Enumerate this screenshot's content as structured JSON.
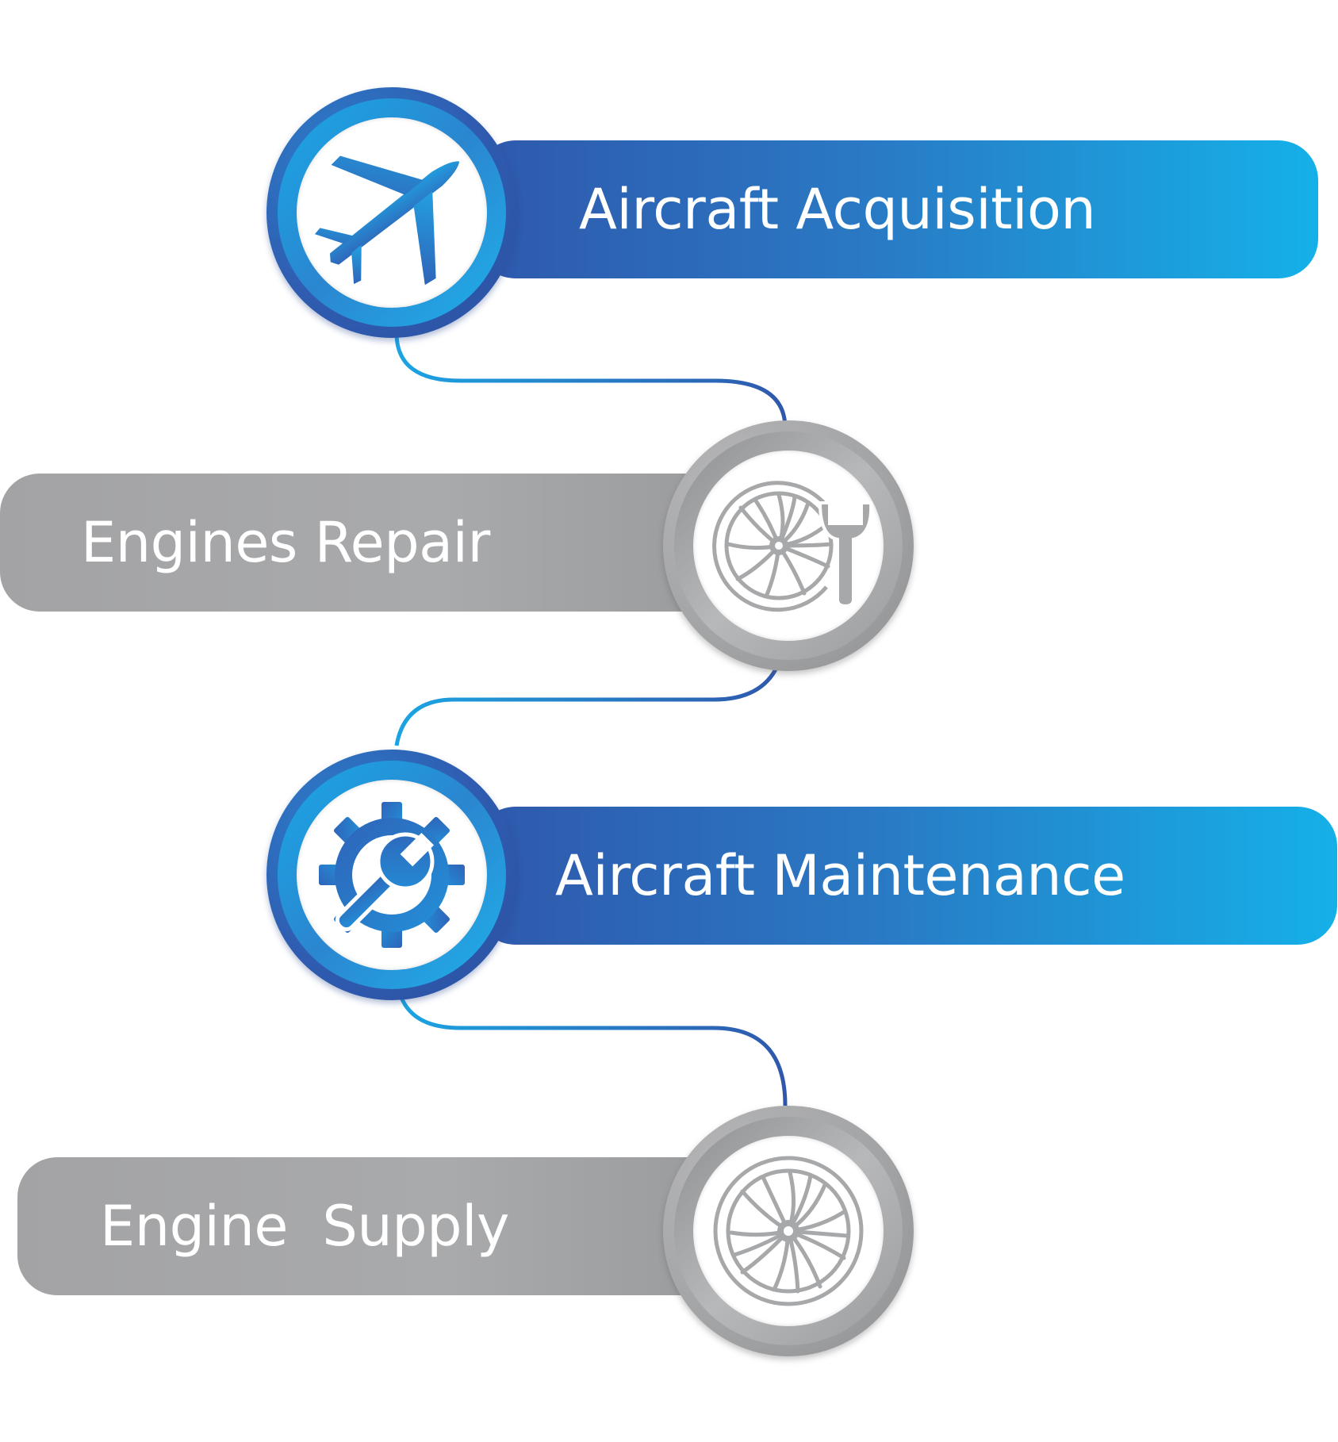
{
  "steps": [
    {
      "label": "Aircraft Acquisition",
      "icon": "airplane-icon",
      "color": "#2f5fb3"
    },
    {
      "label": "Engines Repair",
      "icon": "engine-wrench-icon",
      "color": "#a7a8aa"
    },
    {
      "label": "Aircraft Maintenance",
      "icon": "gear-wrench-icon",
      "color": "#2f5fb3"
    },
    {
      "label": "Engine  Supply",
      "icon": "engine-fan-icon",
      "color": "#a7a8aa"
    }
  ],
  "colors": {
    "blue_dark": "#2f58ac",
    "blue_light": "#15b0e8",
    "gray": "#a7a8aa",
    "icon_blue": "#2f7fd0",
    "icon_gray": "#a7a8aa"
  }
}
